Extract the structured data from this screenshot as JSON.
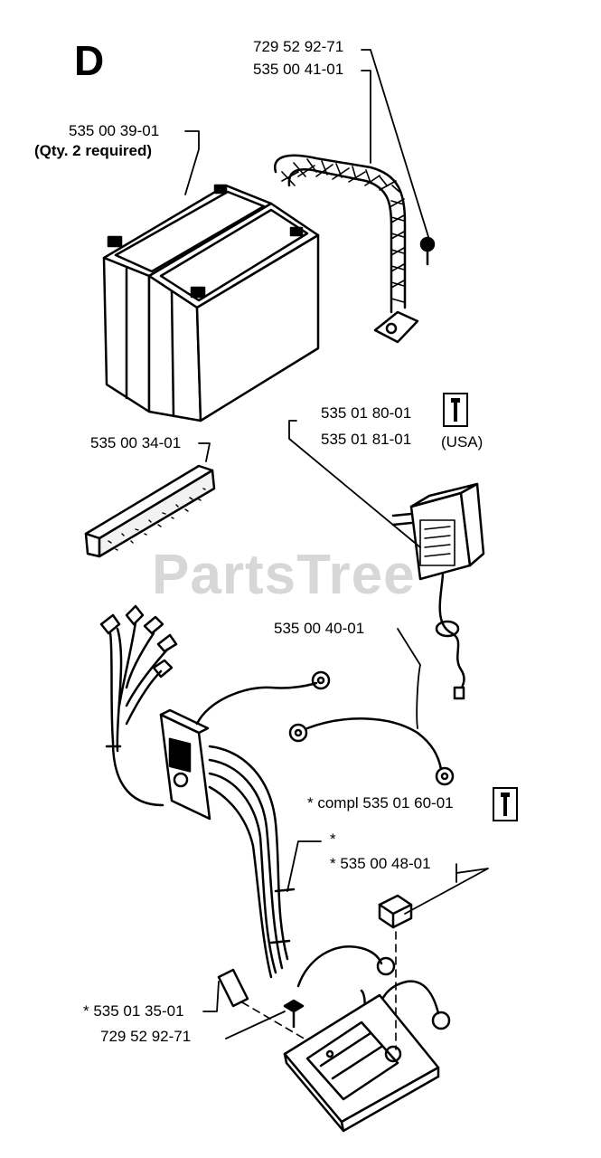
{
  "diagram": {
    "section_letter": "D",
    "watermark": "PartsTree",
    "labels": {
      "screw_top": "729 52 92-71",
      "cable_top": "535 00 41-01",
      "battery": "535 00 39-01",
      "battery_qty": "(Qty. 2 required)",
      "charger_1": "535 01 80-01",
      "charger_2": "535 01 81-01",
      "charger_usa": "(USA)",
      "foam": "535 00 34-01",
      "cable_mid": "535 00 40-01",
      "harness_compl": "* compl 535 01 60-01",
      "star": "*",
      "relay": "* 535 00 48-01",
      "pin": "* 535 01 35-01",
      "screw_bottom": "729 52 92-71"
    },
    "icons": [
      "wrench-icon",
      "wrench-icon",
      "wrench-icon"
    ]
  }
}
